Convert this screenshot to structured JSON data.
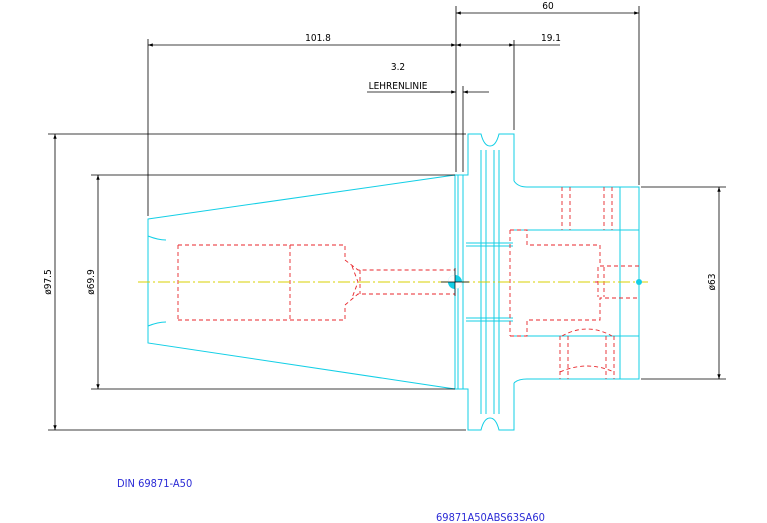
{
  "dimensions": {
    "overall_length": "60",
    "taper_length": "101.8",
    "flange_to_shank": "19.1",
    "gauge_offset": "3.2",
    "gauge_line_label": "LEHRENLINIE",
    "flange_diameter": "ø97.5",
    "gauge_diameter": "ø69.9",
    "body_diameter": "ø63"
  },
  "footer": {
    "standard": "DIN 69871-A50",
    "part_number": "69871A50ABS63SA60"
  },
  "colors": {
    "outline": "#13cfe6",
    "hidden": "#e8262b",
    "centerline": "#d9d100",
    "dimension": "#000000",
    "note_text": "#2b2bd6"
  }
}
